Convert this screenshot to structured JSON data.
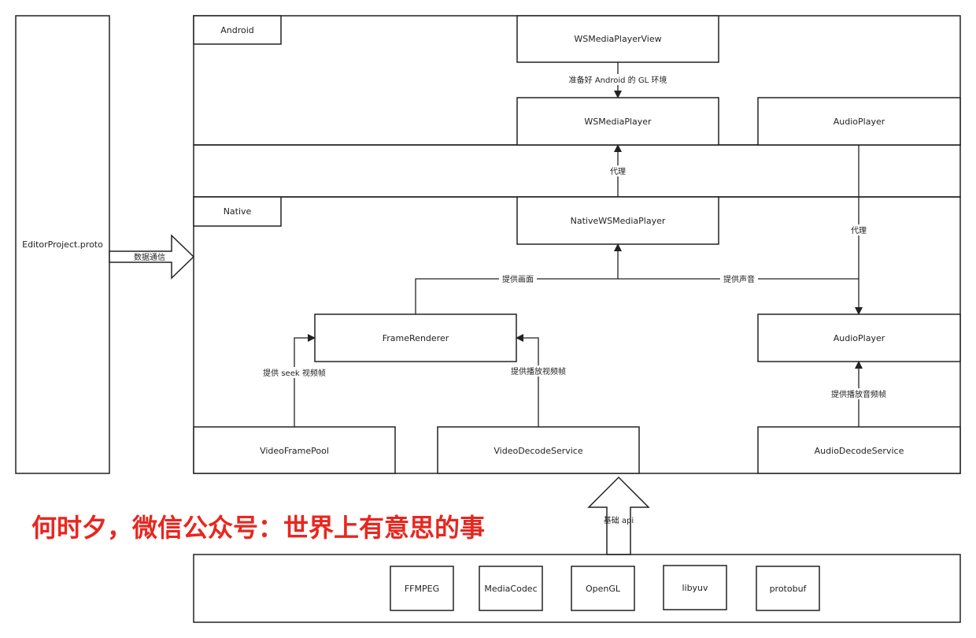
{
  "colors": {
    "watermark": "#e8261f",
    "stroke": "#222222"
  },
  "nodes": {
    "editor_project": "EditorProject.proto",
    "android_label": "Android",
    "native_label": "Native",
    "ws_media_player_view": "WSMediaPlayerView",
    "ws_media_player": "WSMediaPlayer",
    "audio_player_top": "AudioPlayer",
    "native_ws_media_player": "NativeWSMediaPlayer",
    "frame_renderer": "FrameRenderer",
    "audio_player_native": "AudioPlayer",
    "video_frame_pool": "VideoFramePool",
    "video_decode_service": "VideoDecodeService",
    "audio_decode_service": "AudioDecodeService",
    "ffmpeg": "FFMPEG",
    "media_codec": "MediaCodec",
    "opengl": "OpenGL",
    "libyuv": "libyuv",
    "protobuf": "protobuf"
  },
  "edges": {
    "data_comm": "数据通信",
    "prepare_gl": "准备好 Android 的 GL 环境",
    "proxy_left": "代理",
    "proxy_right": "代理",
    "provide_picture": "提供画面",
    "provide_sound": "提供声音",
    "provide_seek_frame": "提供 seek 视频帧",
    "provide_play_frame": "提供播放视频帧",
    "provide_audio_frame": "提供播放音频帧",
    "base_api": "基础 api"
  },
  "watermark": "何时夕，微信公众号：世界上有意思的事"
}
